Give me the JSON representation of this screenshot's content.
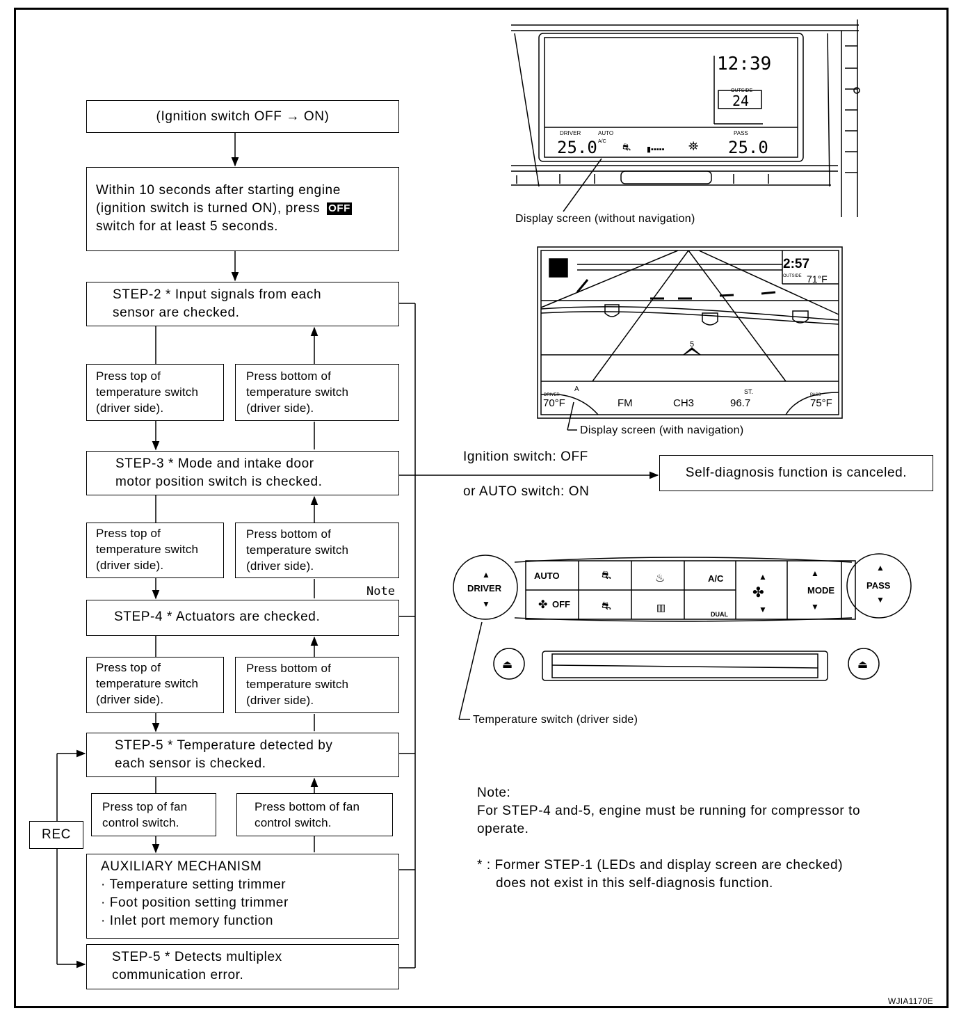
{
  "flow": {
    "start": "(Ignition switch OFF →  ON)",
    "step1_l1": "Within 10 seconds after starting engine",
    "step1_l2": "(ignition switch is turned  ON), press",
    "step1_badge": "OFF",
    "step1_l3": "switch for at least 5 seconds.",
    "step2_l1": "STEP-2 * Input signals from each",
    "step2_l2": "sensor are checked.",
    "step3_l1": "STEP-3 * Mode and intake door",
    "step3_l2": "motor position switch is checked.",
    "step4": "STEP-4 * Actuators are checked.",
    "step5_l1": "STEP-5 * Temperature detected by",
    "step5_l2": "each sensor is checked.",
    "aux_title": "AUXILIARY MECHANISM",
    "aux_items": [
      "· Temperature setting trimmer",
      "· Foot position setting trimmer",
      "· Inlet port memory function"
    ],
    "step6_l1": "STEP-5 * Detects multiplex",
    "step6_l2": "communication error.",
    "press_top": [
      "Press top of",
      "temperature switch",
      "(driver side)."
    ],
    "press_bottom": [
      "Press bottom of",
      "temperature switch",
      "(driver side)."
    ],
    "fan_top": [
      "Press top of fan",
      "control switch."
    ],
    "fan_bottom": [
      "Press bottom of fan",
      "control switch."
    ],
    "rec": "REC",
    "note_tag": "Note",
    "cancel_cond1": "Ignition switch: OFF",
    "cancel_cond2": "or AUTO switch: ON",
    "cancel_result": "Self-diagnosis function is canceled."
  },
  "display1": {
    "caption": "Display screen (without navigation)",
    "clock": "12:39",
    "outside_label": "OUTSIDE",
    "outside_temp": "24",
    "driver_label": "DRIVER",
    "driver_temp": "25.0",
    "auto_label": "AUTO",
    "ac_label": "A/C",
    "pass_label": "PASS",
    "pass_temp": "25.0"
  },
  "display2": {
    "caption": "Display screen (with navigation)",
    "clock": "2:57",
    "outside_label": "OUTSIDE",
    "outside_temp": "71°F",
    "driver_label": "DRIVER",
    "driver_temp": "70°F",
    "pass_label": "PASS",
    "pass_temp": "75°F",
    "band": "FM",
    "channel": "CH3",
    "st_label": "ST.",
    "frequency": "96.7",
    "marker_a": "A",
    "route_num": "5"
  },
  "panel": {
    "driver": "DRIVER",
    "pass": "PASS",
    "auto": "AUTO",
    "off": "OFF",
    "ac": "A/C",
    "dual": "DUAL",
    "mode": "MODE",
    "caption": "Temperature switch (driver side)"
  },
  "note": {
    "title": "Note:",
    "l1": "For STEP-4 and-5, engine must be running for compressor to",
    "l2": "operate.",
    "f1": "* : Former STEP-1 (LEDs and display screen are checked)",
    "f2": "does not exist in this self-diagnosis function."
  },
  "code": "WJIA1170E"
}
